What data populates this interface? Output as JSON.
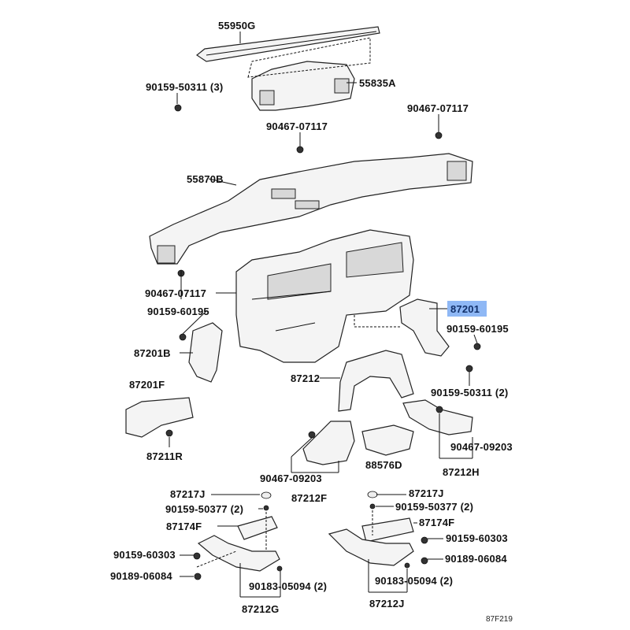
{
  "diagram": {
    "highlight_color": "#8fb8f5",
    "labels": {
      "p55950G": "55950G",
      "b9015950311_3": "90159-50311 (3)",
      "p55835A": "55835A",
      "b9046707117_a": "90467-07117",
      "b9046707117_b": "90467-07117",
      "p55870B": "55870B",
      "b9046707117_c": "90467-07117",
      "p87201": "87201",
      "b9015960195_a": "90159-60195",
      "b9015960195_b": "90159-60195",
      "p87201B": "87201B",
      "p87212": "87212",
      "p87201F": "87201F",
      "b9015950311_2": "90159-50311 (2)",
      "p87211R": "87211R",
      "b9046709203_a": "90467-09203",
      "p88576D": "88576D",
      "b9046709203_b": "90467-09203",
      "p87212H": "87212H",
      "p87217J_a": "87217J",
      "p87212F": "87212F",
      "p87217J_b": "87217J",
      "b9015950377_a": "90159-50377 (2)",
      "b9015950377_b": "90159-50377 (2)",
      "p87174F_a": "87174F",
      "p87174F_b": "87174F",
      "b9015960303_a": "90159-60303",
      "b9015960303_b": "90159-60303",
      "b9018906084_a": "90189-06084",
      "b9018906084_b": "90189-06084",
      "b9018305094_a": "90183-05094 (2)",
      "b9018305094_b": "90183-05094 (2)",
      "p87212G": "87212G",
      "p87212J": "87212J",
      "figure_code": "87F219"
    }
  }
}
